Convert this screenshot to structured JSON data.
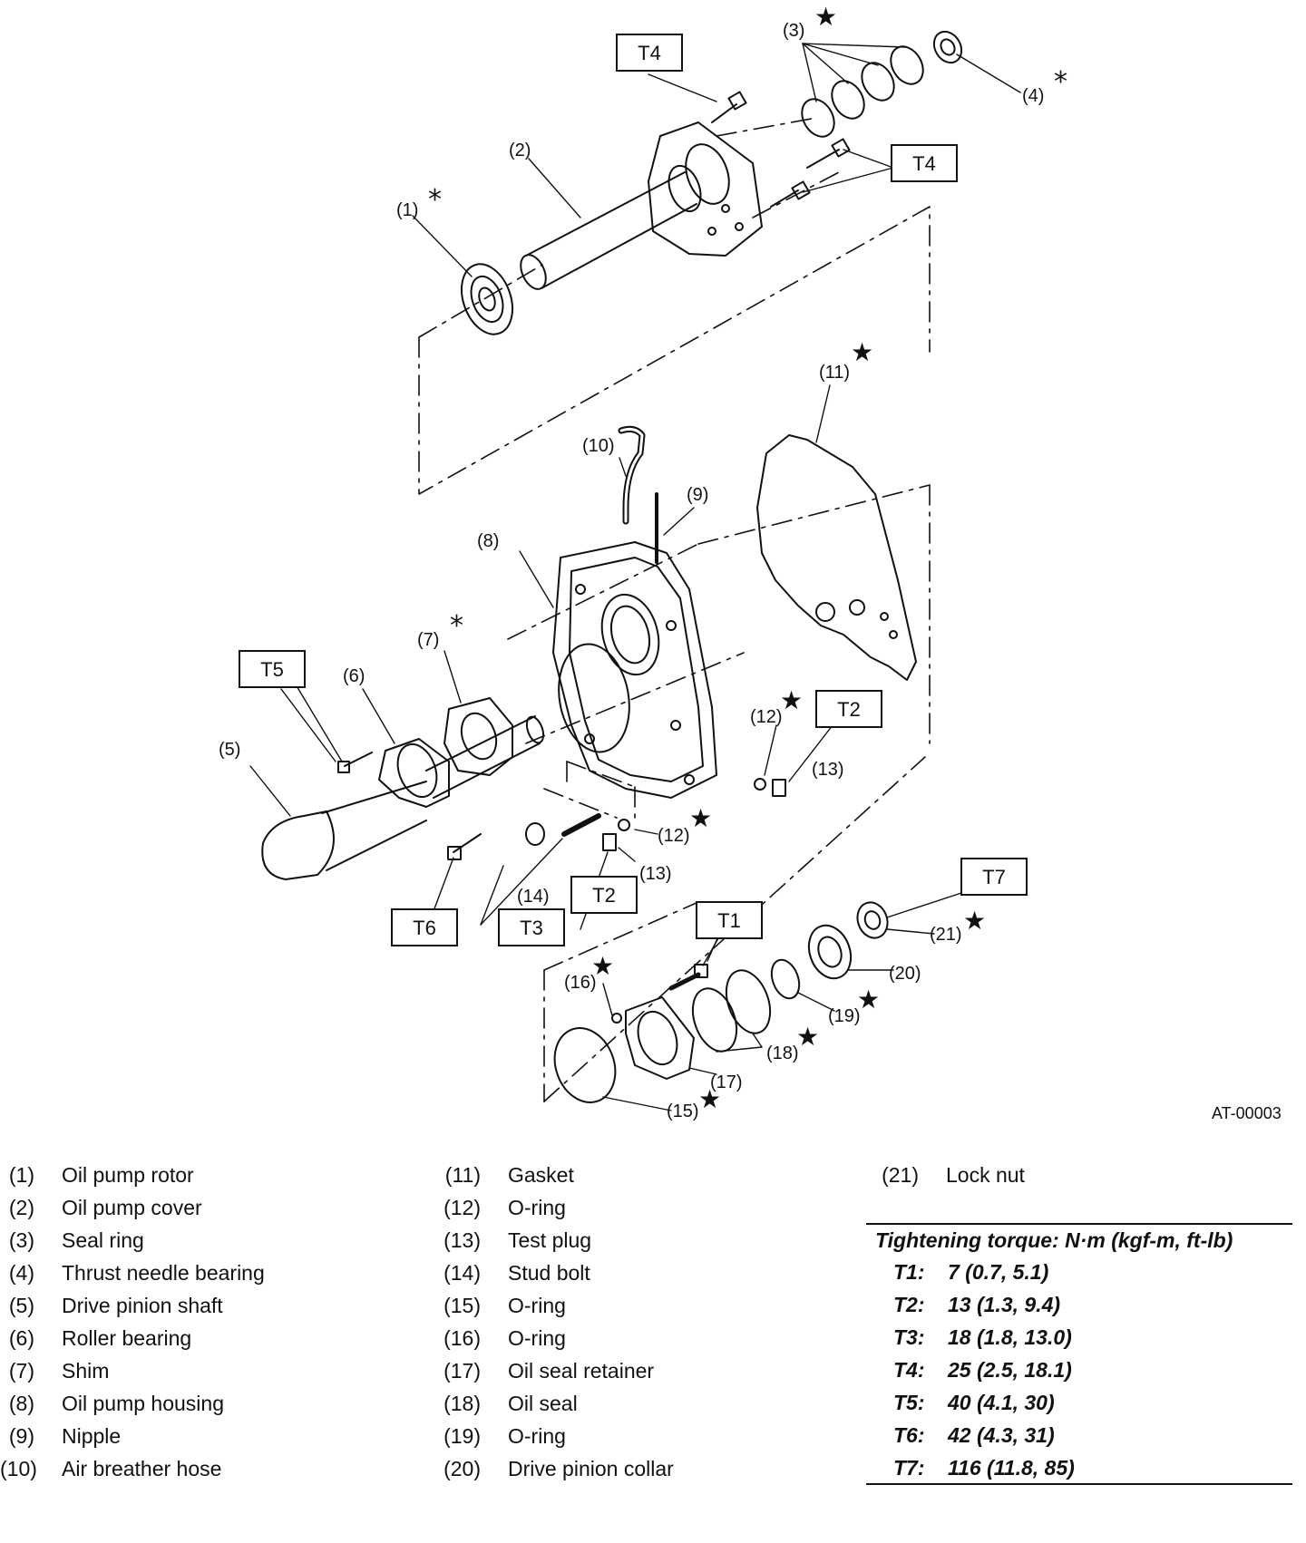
{
  "figure_code": "AT-00003",
  "diagram": {
    "callouts": {
      "c1": "(1)",
      "c2": "(2)",
      "c3": "(3)",
      "c4": "(4)",
      "c5": "(5)",
      "c6": "(6)",
      "c7": "(7)",
      "c8": "(8)",
      "c9": "(9)",
      "c10": "(10)",
      "c11": "(11)",
      "c12a": "(12)",
      "c12b": "(12)",
      "c13a": "(13)",
      "c13b": "(13)",
      "c14": "(14)",
      "c15": "(15)",
      "c16": "(16)",
      "c17": "(17)",
      "c18": "(18)",
      "c19": "(19)",
      "c20": "(20)",
      "c21": "(21)"
    },
    "torque_tags": {
      "t4a": "T4",
      "t4b": "T4",
      "t5": "T5",
      "t2a": "T2",
      "t2b": "T2",
      "t6": "T6",
      "t3": "T3",
      "t1": "T1",
      "t7": "T7"
    },
    "marks": {
      "star": "★",
      "asterisk": "*"
    }
  },
  "legend": {
    "col1": [
      {
        "num": "(1)",
        "name": "Oil pump rotor"
      },
      {
        "num": "(2)",
        "name": "Oil pump cover"
      },
      {
        "num": "(3)",
        "name": "Seal ring"
      },
      {
        "num": "(4)",
        "name": "Thrust needle bearing"
      },
      {
        "num": "(5)",
        "name": "Drive pinion shaft"
      },
      {
        "num": "(6)",
        "name": "Roller bearing"
      },
      {
        "num": "(7)",
        "name": "Shim"
      },
      {
        "num": "(8)",
        "name": "Oil pump housing"
      },
      {
        "num": "(9)",
        "name": "Nipple"
      },
      {
        "num": "(10)",
        "name": "Air breather hose"
      }
    ],
    "col2": [
      {
        "num": "(11)",
        "name": "Gasket"
      },
      {
        "num": "(12)",
        "name": "O-ring"
      },
      {
        "num": "(13)",
        "name": "Test plug"
      },
      {
        "num": "(14)",
        "name": "Stud bolt"
      },
      {
        "num": "(15)",
        "name": "O-ring"
      },
      {
        "num": "(16)",
        "name": "O-ring"
      },
      {
        "num": "(17)",
        "name": "Oil seal retainer"
      },
      {
        "num": "(18)",
        "name": "Oil seal"
      },
      {
        "num": "(19)",
        "name": "O-ring"
      },
      {
        "num": "(20)",
        "name": "Drive pinion collar"
      }
    ],
    "col3": [
      {
        "num": "(21)",
        "name": "Lock nut"
      }
    ]
  },
  "torque": {
    "title": "Tightening torque: N·m (kgf-m, ft-lb)",
    "rows": [
      {
        "code": "T1:",
        "value": "7 (0.7, 5.1)"
      },
      {
        "code": "T2:",
        "value": "13 (1.3, 9.4)"
      },
      {
        "code": "T3:",
        "value": "18 (1.8, 13.0)"
      },
      {
        "code": "T4:",
        "value": "25 (2.5, 18.1)"
      },
      {
        "code": "T5:",
        "value": "40 (4.1, 30)"
      },
      {
        "code": "T6:",
        "value": "42 (4.3, 31)"
      },
      {
        "code": "T7:",
        "value": "116 (11.8, 85)"
      }
    ]
  }
}
